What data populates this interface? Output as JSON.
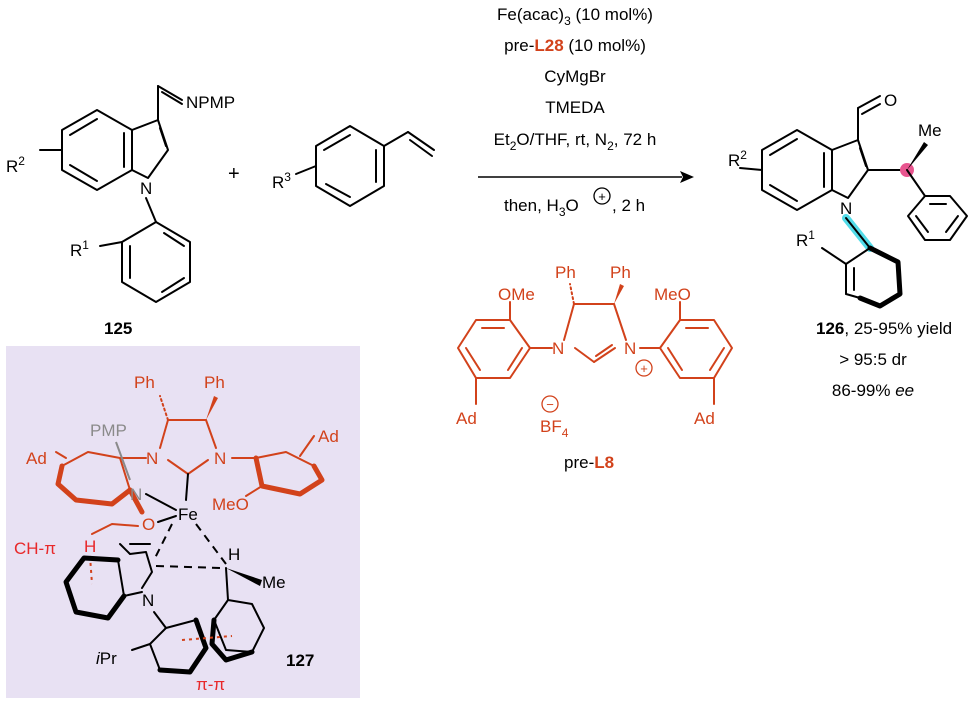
{
  "colors": {
    "accent": "#d2421b",
    "panel_bg": "#e8e1f3",
    "highlight_cyan": "#35d6e6",
    "stereo_pink": "#e8558f",
    "ch_pi_red": "#e8282a"
  },
  "reactant_125": {
    "imine": "NPMP",
    "r2": "R",
    "r2_sup": "2",
    "n": "N",
    "r1": "R",
    "r1_sup": "1",
    "label": "125"
  },
  "plus": "+",
  "styrene": {
    "r3": "R",
    "r3_sup": "3"
  },
  "conditions": {
    "line1": "Fe(acac)",
    "line1_sub": "3",
    "line1_tail": " (10 mol%)",
    "line2_pre": "pre-",
    "line2_ligand": "L28",
    "line2_tail": " (10 mol%)",
    "line3": "CyMgBr",
    "line4": "TMEDA",
    "line5_a": "Et",
    "line5_sub1": "2",
    "line5_b": "O/THF, rt, N",
    "line5_sub2": "2",
    "line5_c": ", 72 h",
    "below_a": "then, H",
    "below_sub": "3",
    "below_b": "O",
    "below_charge": "+",
    "below_c": ", 2 h"
  },
  "product_126": {
    "oxygen": "O",
    "me": "Me",
    "r2": "R",
    "r2_sup": "2",
    "n": "N",
    "r1": "R",
    "r1_sup": "1",
    "label": "126",
    "yield": ", 25-95% yield",
    "dr": "> 95:5 dr",
    "ee_value": "86-99% ",
    "ee_unit": "ee"
  },
  "ligand_L8": {
    "ph_left": "Ph",
    "ph_right": "Ph",
    "ome_left": "OMe",
    "meo_right": "MeO",
    "n_left": "N",
    "n_right": "N",
    "charge": "+",
    "ad_left": "Ad",
    "ad_right": "Ad",
    "anion_charge": "−",
    "anion": "BF",
    "anion_sub": "4",
    "label_pre": "pre-",
    "label_ligand": "L8"
  },
  "complex_127": {
    "ph_left": "Ph",
    "ph_right": "Ph",
    "pmp": "PMP",
    "ad_left": "Ad",
    "ad_right": "Ad",
    "n_left": "N",
    "n_right": "N",
    "n_imine": "N",
    "meo": "MeO",
    "o": "O",
    "fe": "Fe",
    "ch_pi": "CH-π",
    "h_left": "H",
    "h_right": "H",
    "me": "Me",
    "n_indole": "N",
    "ipr_i": "i",
    "ipr": "Pr",
    "pi_pi": "π-π",
    "label": "127"
  }
}
